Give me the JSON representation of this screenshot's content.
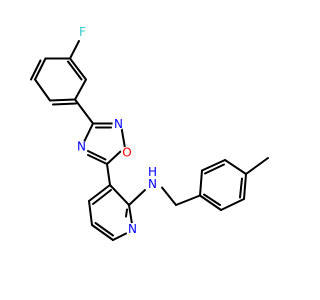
{
  "structure": {
    "atoms": {
      "F": {
        "text": "F",
        "color": "#33cccc"
      },
      "O1": {
        "text": "O",
        "color": "#ff0000"
      },
      "N_ox_top": {
        "text": "N",
        "color": "#0000ff"
      },
      "N_ox_left": {
        "text": "N",
        "color": "#0000ff"
      },
      "N_pyr": {
        "text": "N",
        "color": "#0000ff"
      },
      "NH_N": {
        "text": "N",
        "color": "#0000ff"
      },
      "NH_H": {
        "text": "H",
        "color": "#0000ff"
      }
    },
    "bond_color": "#000000"
  }
}
